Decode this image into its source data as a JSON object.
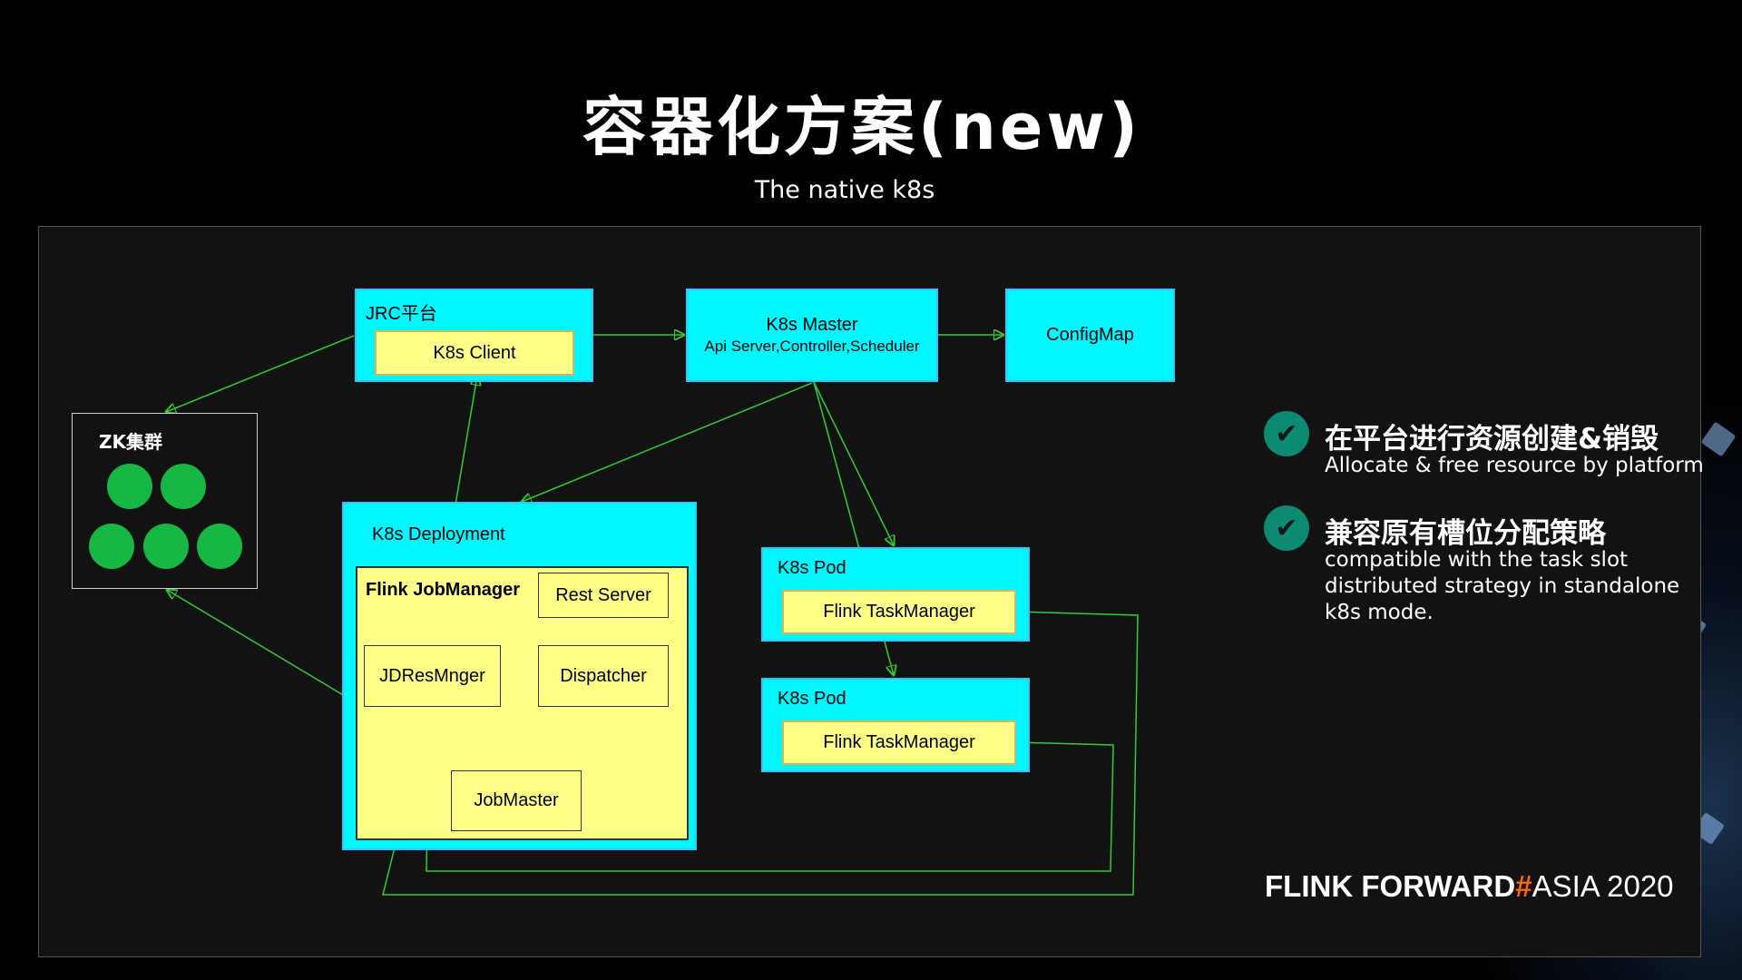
{
  "title": "容器化方案(new)",
  "subtitle": "The native k8s",
  "diagram": {
    "jrc_platform": {
      "label": "JRC平台",
      "client": "K8s Client"
    },
    "k8s_master": {
      "line1": "K8s Master",
      "line2": "Api Server,Controller,Scheduler"
    },
    "configmap": {
      "label": "ConfigMap"
    },
    "zk_cluster": {
      "label": "ZK集群",
      "node_count": 5,
      "node_color": "#17b744"
    },
    "deployment": {
      "label": "K8s Deployment",
      "jobmanager": "Flink JobManager",
      "rest_server": "Rest Server",
      "dispatcher": "Dispatcher",
      "jdresmnger": "JDResMnger",
      "jobmaster": "JobMaster"
    },
    "pods": [
      {
        "label": "K8s Pod",
        "taskmanager": "Flink TaskManager"
      },
      {
        "label": "K8s Pod",
        "taskmanager": "Flink TaskManager"
      }
    ],
    "edge_color": "#33cc33",
    "box_color": "#00f7ff",
    "inner_color": "#ffff88"
  },
  "features": [
    {
      "icon": "check-circle-icon",
      "title": "在平台进行资源创建&销毁",
      "lines": [
        "Allocate & free resource by platform"
      ]
    },
    {
      "icon": "check-circle-icon",
      "title": "兼容原有槽位分配策略",
      "lines": [
        "compatible with the task slot",
        "distributed strategy in standalone",
        "k8s mode."
      ]
    }
  ],
  "logo": {
    "part1": "FLINK  FORWARD",
    "hash": "#",
    "part2": "ASIA 2020"
  }
}
